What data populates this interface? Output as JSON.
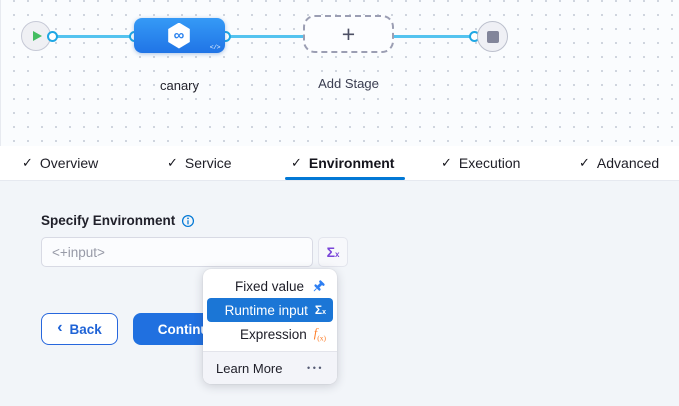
{
  "canvas": {
    "stage": {
      "label": "canary",
      "icon_glyph": "∞",
      "code_badge": "</>"
    },
    "add_stage": {
      "label": "Add Stage",
      "plus_glyph": "+"
    }
  },
  "tabs": {
    "check_glyph": "✓",
    "items": [
      {
        "label": "Overview"
      },
      {
        "label": "Service"
      },
      {
        "label": "Environment",
        "active": true
      },
      {
        "label": "Execution"
      },
      {
        "label": "Advanced"
      }
    ]
  },
  "form": {
    "label": "Specify Environment",
    "input_value": "<+input>"
  },
  "actions": {
    "back_chevron": "‹",
    "back": "Back",
    "continue": "Continue"
  },
  "menu": {
    "items": [
      {
        "label": "Fixed value",
        "icon": "pin-icon"
      },
      {
        "label": "Runtime input",
        "icon": "sigma-icon",
        "selected": true
      },
      {
        "label": "Expression",
        "icon": "fx-icon"
      }
    ],
    "learn_more": "Learn More",
    "dots": "•••"
  },
  "icons": {
    "sigma": "Σ",
    "sigma_sup": "x",
    "fx": "f",
    "fx_sub": "(x)"
  },
  "colors": {
    "accent_blue": "#0278d5",
    "node_blue": "#2b86ef",
    "connector_line": "#54c3ef",
    "selected_menu_blue": "#1b76d6",
    "runtime_purple": "#7a45d8",
    "expression_orange": "#fd7b25",
    "play_green": "#44bd61"
  }
}
